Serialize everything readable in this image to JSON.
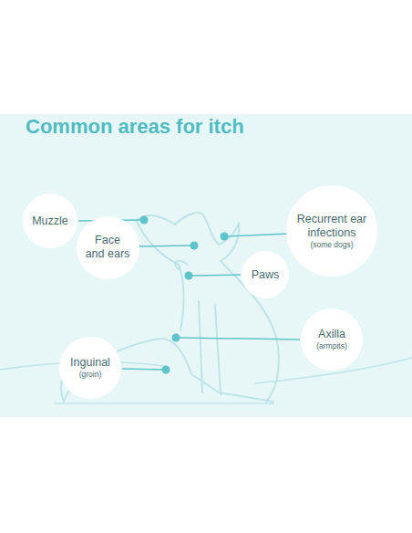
{
  "diagram": {
    "title": "Common areas for itch",
    "nodes": [
      {
        "text": [
          "Muzzle"
        ]
      },
      {
        "text": [
          "Face and ears"
        ]
      },
      {
        "text": [
          "Recurrent ear infections",
          "(some dogs)"
        ]
      },
      {
        "text": [
          "Paws"
        ]
      },
      {
        "text": [
          "Axilla",
          "(armpits)"
        ]
      },
      {
        "text": [
          "Inguinal",
          "(groin)"
        ]
      }
    ]
  }
}
